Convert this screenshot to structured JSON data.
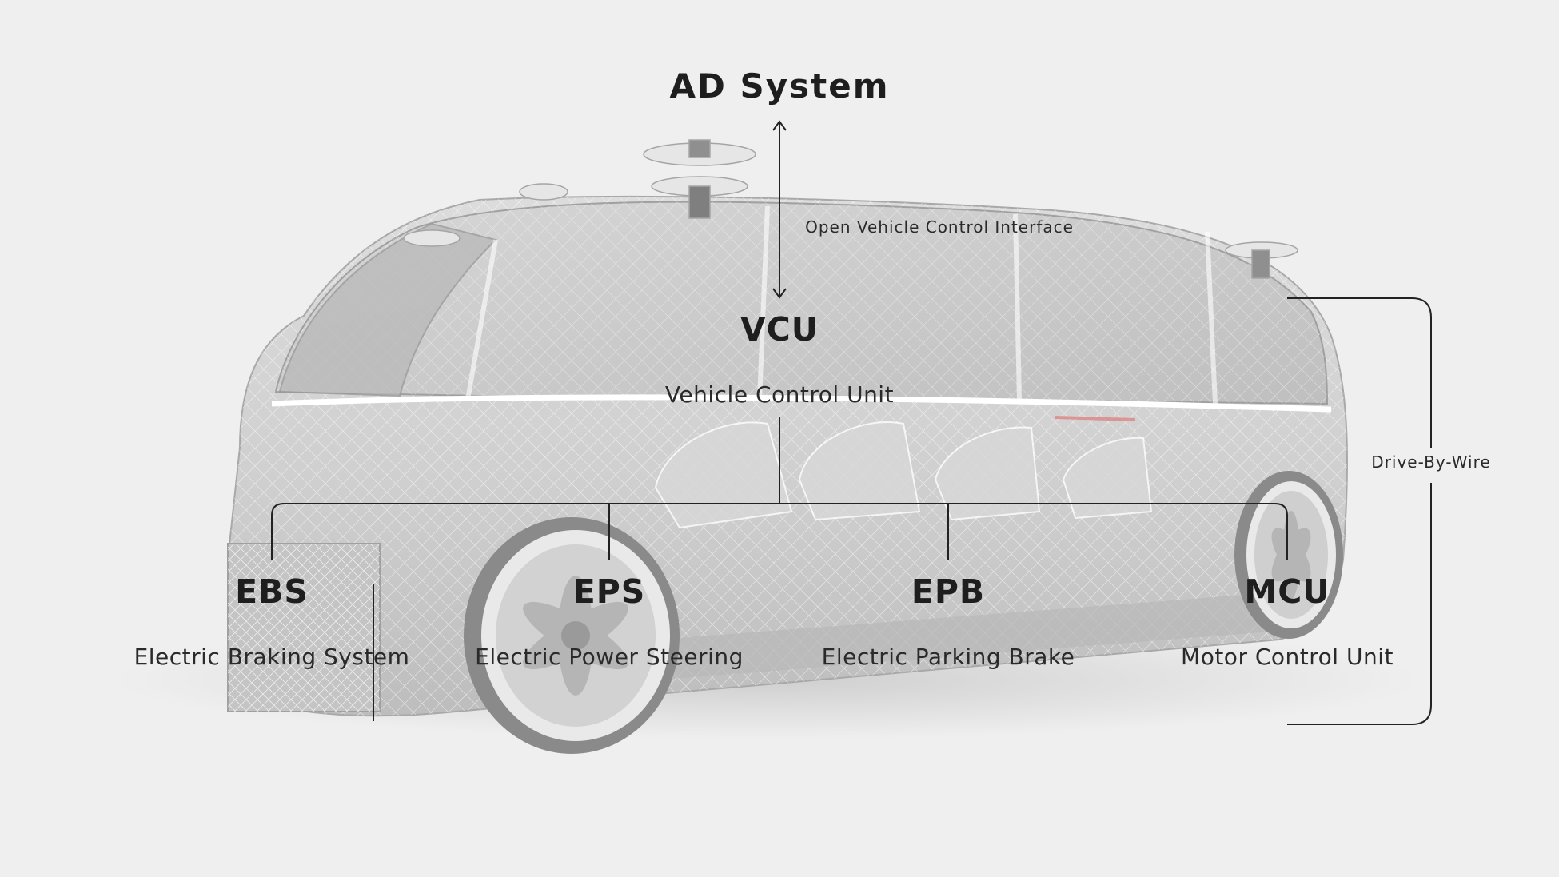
{
  "header": {
    "title": "AD System"
  },
  "interface_label": "Open Vehicle Control Interface",
  "controller": {
    "abbr": "VCU",
    "full": "Vehicle Control Unit"
  },
  "system_bracket_label": "Drive-By-Wire",
  "subsystems": [
    {
      "abbr": "EBS",
      "full": "Electric Braking System"
    },
    {
      "abbr": "EPS",
      "full": "Electric Power Steering"
    },
    {
      "abbr": "EPB",
      "full": "Electric Parking Brake"
    },
    {
      "abbr": "MCU",
      "full": "Motor Control Unit"
    }
  ],
  "colors": {
    "background": "#efefef",
    "vehicle_glass": "#c9c9c9",
    "vehicle_line": "#9a9a9a",
    "wireframe": "#ffffff",
    "text": "#1e1e1e",
    "connector": "#222222"
  }
}
